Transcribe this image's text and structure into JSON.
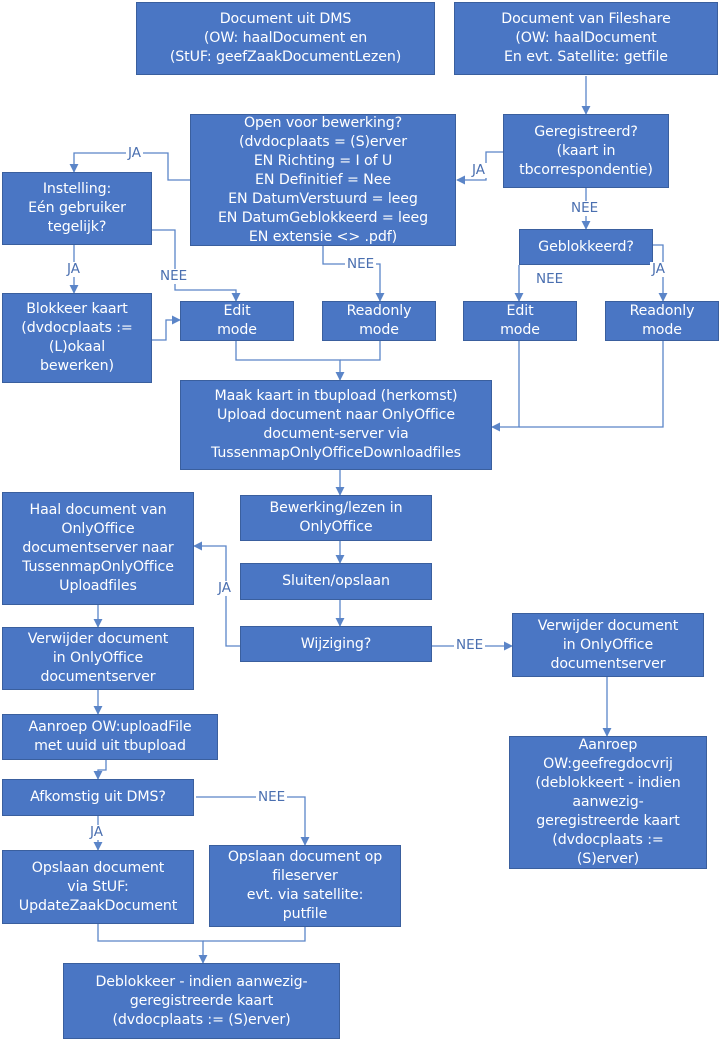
{
  "nodes": {
    "dms_doc": "Document uit DMS\n(OW: haalDocument en\n(StUF: geefZaakDocumentLezen)",
    "fileshare_doc": "Document van Fileshare\n(OW: haalDocument\nEn evt. Satellite: getfile",
    "open_edit": "Open voor bewerking?\n(dvdocplaats = (S)erver\nEN Richting = I of U\nEN Definitief = Nee\nEN DatumVerstuurd = leeg\nEN  DatumGeblokkeerd = leeg\nEN extensie <> .pdf)",
    "registered": "Geregistreerd?\n(kaart in\ntbcorrespondentie)",
    "setting": "Instelling:\nEén gebruiker\ntegelijk?",
    "blocked": "Geblokkeerd?",
    "lock_card": "Blokkeer kaart\n(dvdocplaats :=\n(L)okaal\nbewerken)",
    "edit_left": "Edit\nmode",
    "readonly_left": "Readonly\nmode",
    "edit_right": "Edit\nmode",
    "readonly_right": "Readonly\nmode",
    "upload": "Maak kaart in tbupload (herkomst)\nUpload document  naar OnlyOffice\ndocument-server via\nTussenmapOnlyOfficeDownloadfiles",
    "edit_read": "Bewerking/lezen in\nOnlyOffice",
    "close_save": "Sluiten/opslaan",
    "changed": "Wijziging?",
    "fetch_doc": "Haal document van\nOnlyOffice\ndocumentserver naar\nTussenmapOnlyOffice\nUploadfiles",
    "delete_doc_left": "Verwijder document\nin OnlyOffice\ndocumentserver",
    "delete_doc_right": "Verwijder document\nin OnlyOffice\ndocumentserver",
    "upload_file": "Aanroep OW:uploadFile\nmet uuid uit tbupload",
    "from_dms": "Afkomstig uit  DMS?",
    "save_stuf": "Opslaan  document\nvia StUF:\nUpdateZaakDocument",
    "save_fileserver": "Opslaan  document op\nfileserver\nevt. via satellite:\nputfile",
    "unlock_call": "Aanroep\nOW:geefregdocvrij\n(deblokkeert - indien\naanwezig-\ngeregistreerde kaart\n(dvdocplaats :=\n(S)erver)",
    "unlock_final": "Deblokkeer - indien aanwezig-\ngeregistreerde kaart\n(dvdocplaats :=  (S)erver)"
  },
  "labels": {
    "ja_setting": "JA",
    "ja_registered": "JA",
    "nee_registered": "NEE",
    "ja_lock": "JA",
    "nee_edit_left": "NEE",
    "nee_readonly_left": "NEE",
    "nee_edit_right": "NEE",
    "ja_readonly_right": "JA",
    "ja_changed": "JA",
    "nee_changed": "NEE",
    "ja_from_dms": "JA",
    "nee_from_dms": "NEE"
  },
  "colors": {
    "box_fill": "#4a76c4",
    "box_border": "#3a5f9e",
    "box_text": "#ffffff",
    "line": "#5b85c8",
    "label_text": "#4a6fb0"
  }
}
